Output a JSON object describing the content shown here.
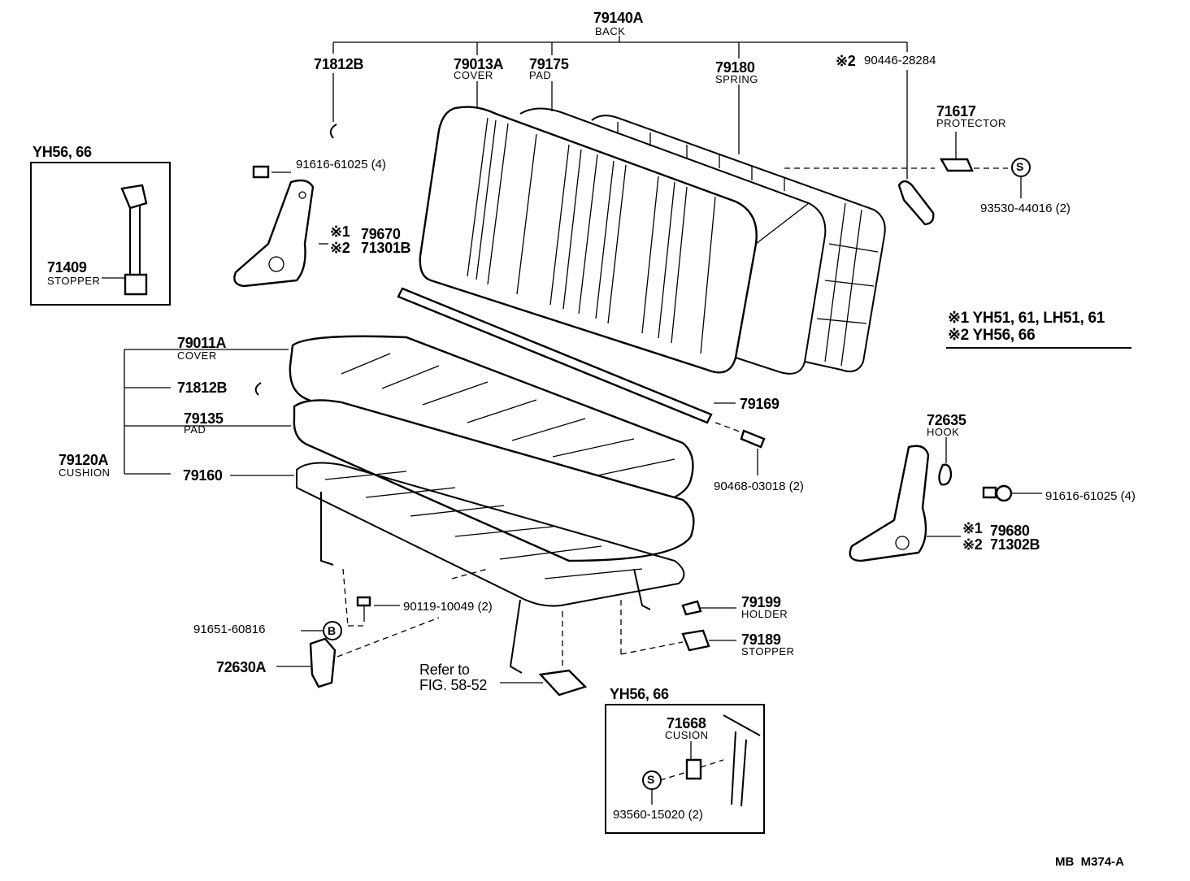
{
  "inset_top_left": {
    "title": "YH56, 66",
    "part": "71409",
    "part_name": "STOPPER"
  },
  "inset_bottom": {
    "title": "YH56, 66",
    "part": "71668",
    "part_name": "CUSION",
    "fastener": "93560-15020 (2)",
    "symbol": "S"
  },
  "back": {
    "part": "79140A",
    "name": "BACK"
  },
  "parts": {
    "p71812B_top": "71812B",
    "p79013A": "79013A",
    "p79013A_name": "COVER",
    "p79175": "79175",
    "p79175_name": "PAD",
    "p79180": "79180",
    "p79180_name": "SPRING",
    "p90446_mark": "※2",
    "p90446": "90446-28284",
    "p71617": "71617",
    "p71617_name": "PROTECTOR",
    "p93530": "93530-44016 (2)",
    "p93530_symbol": "S",
    "p91616_left": "91616-61025 (4)",
    "p79670_mark": "※1",
    "p79670": "79670",
    "p71301B_mark": "※2",
    "p71301B": "71301B",
    "p79011A": "79011A",
    "p79011A_name": "COVER",
    "p71812B_mid": "71812B",
    "p79135": "79135",
    "p79135_name": "PAD",
    "p79120A": "79120A",
    "p79120A_name": "CUSHION",
    "p79160": "79160",
    "p79169": "79169",
    "p90468": "90468-03018 (2)",
    "p72635": "72635",
    "p72635_name": "HOOK",
    "p91616_right": "91616-61025 (4)",
    "p79680_mark": "※1",
    "p79680": "79680",
    "p71302B_mark": "※2",
    "p71302B": "71302B",
    "p90119": "90119-10049 (2)",
    "p91651": "91651-60816",
    "p91651_symbol": "B",
    "p72630A": "72630A",
    "refer_line1": "Refer to",
    "refer_line2": "FIG. 58-52",
    "p79199": "79199",
    "p79199_name": "HOLDER",
    "p79189": "79189",
    "p79189_name": "STOPPER"
  },
  "legend": {
    "line1": "※1 YH51, 61, LH51, 61",
    "line2": "※2 YH56, 66"
  },
  "footer": "MB  M374-A"
}
